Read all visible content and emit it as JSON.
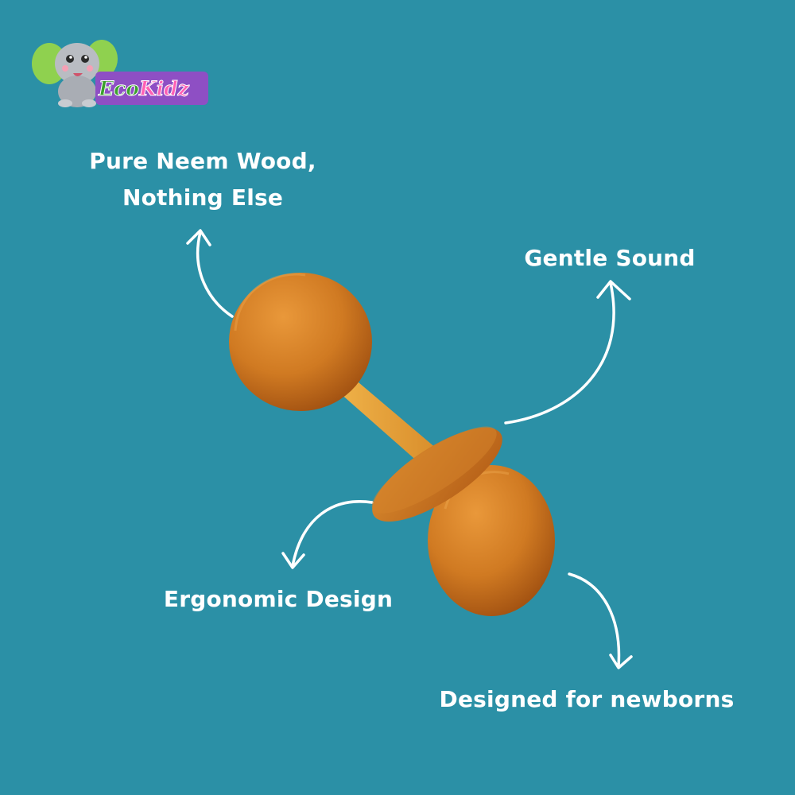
{
  "brand": {
    "name_part1": "Eco",
    "name_part2": "Kidz",
    "mascot_icon": "elephant-icon"
  },
  "features": {
    "pure_wood_line1": "Pure Neem Wood,",
    "pure_wood_line2": "Nothing Else",
    "gentle_sound": "Gentle Sound",
    "ergonomic": "Ergonomic Design",
    "newborns": "Designed for newborns"
  },
  "product": {
    "icon": "wooden-rattle-icon"
  },
  "colors": {
    "background": "#2b90a6",
    "text": "#ffffff",
    "wood": "#d0771f",
    "wood_light": "#eaa53a",
    "logo_green": "#3aa02c",
    "logo_pink": "#ff5fb4",
    "logo_plate": "#8e4fc4"
  }
}
